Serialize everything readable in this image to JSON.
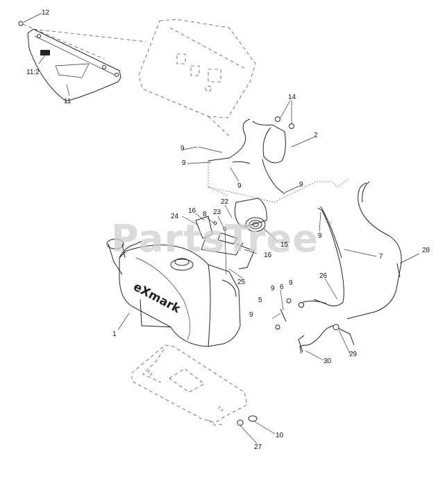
{
  "watermark": "PartsTree",
  "watermark_tm": "TM",
  "tank_brand": "eXmark",
  "callouts": {
    "c12": "12",
    "c11_2": "11:2",
    "c11": "11",
    "c14": "14",
    "c2": "2",
    "c9a": "9",
    "c9b": "9",
    "c9c": "9",
    "c9d": "9",
    "c9e": "9",
    "c9f": "9",
    "c9g": "9",
    "c9h": "9",
    "c22": "22",
    "c16a": "16",
    "c8": "8",
    "c24": "24",
    "c23": "23",
    "c15": "15",
    "c16b": "16",
    "c25": "25",
    "c1": "1",
    "c7": "7",
    "c28": "28",
    "c26": "26",
    "c6": "6",
    "c5": "5",
    "c29": "29",
    "c30": "30",
    "c10": "10",
    "c27": "27"
  }
}
